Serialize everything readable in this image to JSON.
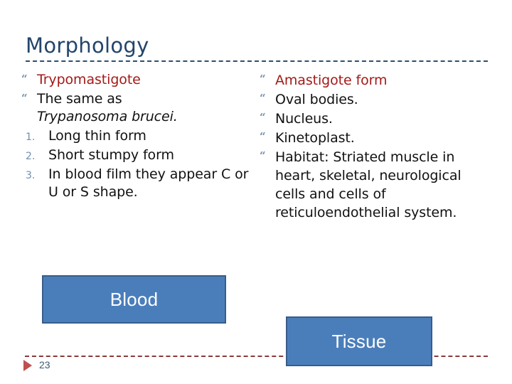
{
  "slide": {
    "title": "Morphology",
    "page_number": "23",
    "colors": {
      "title": "#23456b",
      "heading_red": "#a21a18",
      "bullet_marker": "#6f8fb0",
      "callout_fill": "#4a7ebb",
      "callout_border": "#385d8a",
      "title_rule": "#2d4f72",
      "footer_rule": "#8a3a3a",
      "footer_triangle": "#c0504d"
    },
    "left_column": {
      "items": [
        {
          "marker": "“",
          "marker_type": "quote",
          "text": "Trypomastigote",
          "style": "red"
        },
        {
          "marker": "“",
          "marker_type": "quote",
          "text": "The same as",
          "sub_text": "Trypanosoma brucei.",
          "style": "plain"
        },
        {
          "marker": "1.",
          "marker_type": "number",
          "text": "Long thin form",
          "style": "plain"
        },
        {
          "marker": "2.",
          "marker_type": "number",
          "text": "Short stumpy form",
          "style": "plain"
        },
        {
          "marker": "3.",
          "marker_type": "number",
          "text": "In blood film they appear C or U or S shape.",
          "style": "plain"
        }
      ]
    },
    "right_column": {
      "items": [
        {
          "marker": "“",
          "marker_type": "quote",
          "text": "Amastigote form",
          "style": "red"
        },
        {
          "marker": "“",
          "marker_type": "quote",
          "text": "Oval bodies.",
          "style": "plain"
        },
        {
          "marker": "“",
          "marker_type": "quote",
          "text": "Nucleus.",
          "style": "plain"
        },
        {
          "marker": "“",
          "marker_type": "quote",
          "text": "Kinetoplast.",
          "style": "plain"
        },
        {
          "marker": "“",
          "marker_type": "quote",
          "text": "Habitat: Striated muscle in heart, skeletal, neurological cells and cells of reticuloendothelial system.",
          "style": "plain"
        }
      ]
    },
    "callouts": {
      "blood": "Blood",
      "tissue": "Tissue"
    }
  }
}
